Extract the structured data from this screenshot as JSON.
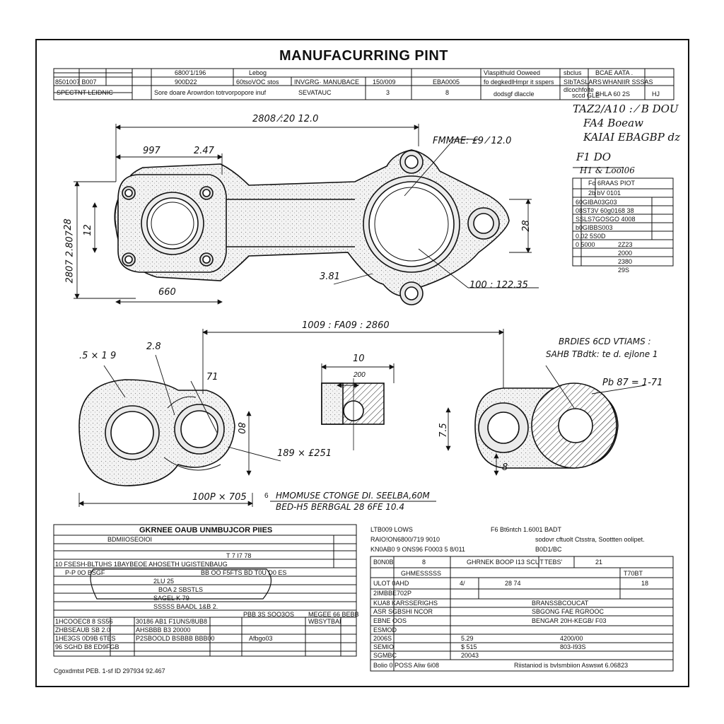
{
  "title": "MANUFACURRING PINT",
  "title_block": {
    "r1": [
      "6800'1/196",
      "Lebog",
      "Vlaspithuld Ooweed",
      "sbclus",
      "BCAE AATA ."
    ],
    "r2": [
      "8501007 B007",
      "900D22",
      "60tsoVOC stos",
      "INVGRG· MANUBACE",
      "150/009",
      "EBA0005",
      "fo degkedlHmpr it sspers",
      "SIbTASLARS",
      "WHANIIR SSSAS"
    ],
    "r3": [
      "SPECTNT LEIDNIC",
      "Sore doare Arowrdon totrvorpopore inuf",
      "SEVATAUC",
      "3",
      "8",
      "dodsgf dlaccle",
      "dlcochfolte",
      "sccd GLE",
      "SHLA 60 2S",
      "HJ"
    ]
  },
  "dimensions": {
    "top_overall": "2808 ⁄:20 12.0",
    "left_997": "997",
    "left_247": "2.47",
    "vert_2807": "2807 2.807",
    "vert_28": "28",
    "vert_12": "12",
    "width_660": "660",
    "frame_label": "FMMAE: £9 ⁄ 12.0",
    "leader_381": "3.81",
    "bottom_right": "100 : 122.35",
    "right_28": "28",
    "mid_overall": "1009 : FA09 : 2860",
    "s5": ".5 × 1 9",
    "s28": "2.8",
    "s71": "71",
    "s80": "80",
    "s189": "189 × £251",
    "s100p": "100P × 705",
    "sec_top": "10",
    "sec_sub": "200",
    "right_75": "7.5",
    "right_8": "8",
    "pb": "Pb 87 = 1-71",
    "callout1": "BRDIES 6CD VTIAMS :",
    "callout2": "SAHB TBdtk: te d. ejlone 1",
    "note1": "HMOMUSE CTONGE DI. SEELBA,60M",
    "note2": "BED-H5 BERBGAL 28 6FE 10.4",
    "note_num": "6"
  },
  "top_right_notes": {
    "line1": "TAZ2/A10 :  ⁄  B DOU",
    "line2": "FA4          Boeaw",
    "line3": "KAIAI EBAGBP  dz",
    "line4": "F1   DO",
    "line5": "H1 & Lool06",
    "table": [
      "Fo  6RAAS PIOT",
      "2b  bV  0101",
      "60GIBA03G03",
      "08ST3V 60g0168 38",
      "SSLS7GOSGO 4008",
      "b0GIBBS003",
      "0.02 5S0D",
      "0 5000",
      "2Z23",
      "2000",
      "2380",
      "29S"
    ]
  },
  "bottom_left": {
    "header": "GKRNEE OAUB UNMBUJCOR PIIES",
    "rows": [
      "BDMIIOSEOIOI",
      "T 7 I7 78",
      "10 FSESH-BLTUHS 1BAYBEOE AHOSETH UGISTENBAUG",
      "P-P 0O  BSGF",
      "BB  OO  F5FTS BD T0U D0 ES",
      "2LU 25",
      "BOA  2 SBSTLS",
      "SAGEL K 79",
      "SSSSS BAADL 1&B 2.",
      "PBB 3S SOO3OS",
      "MEGEE 66 BEBB",
      "1HCOOEC8 8 SS56",
      "30186 AB1 F1UNS/8UB8",
      "WBSYTBAI",
      "ZHBSEAUB SB 2.0",
      "AHSBBB B3 20000",
      "1HE3GS 0D9B 6TES",
      "P2SBOOLD BSBBB BBB00",
      "96 SGHD B8 ED9FGB",
      "Afbgo03"
    ],
    "footer": "Cgoxdmtst PEB. 1-sf ID 297934 92.467"
  },
  "bottom_right": {
    "head1": "LTB009 LOWS",
    "head2": "RAIO!ON6800/719 9010",
    "head3": "KN0AB0 9 ONS96 F0003 5 8/011",
    "head4": "F6 Bt6ntch 1.6001 BADT",
    "head5": "sodovr cftuolt Ctsstra, Soottten oolipet.",
    "head6": "B0D1/BC",
    "rows": [
      "B0N0B",
      "8",
      "GHRNEK BOOP I13 SCUT",
      "TEBS'",
      "21",
      "GHMESSSSS",
      "T70BT",
      "ULOT 0AHD",
      "4/",
      "28 74",
      "18",
      "2IMBBE702P",
      "KUA8  KARSSERIGHS",
      "BRANSSBCOUCAT",
      "ASR  SGBSHI NCOR",
      "SBGONG FAE RGROOC",
      "EBNE OOS",
      "BENGAR 20H-KEGB/ F03",
      "ESMOD",
      "2006S",
      "5.29",
      "4200/00",
      "SEMIO",
      "$ 515",
      "803-I93S",
      "SGMBC",
      "20043",
      "Bolio  0 POSS Aliw 6i08",
      "Riistaniod is bvlsmbiion Aswswt 6.06823"
    ]
  }
}
